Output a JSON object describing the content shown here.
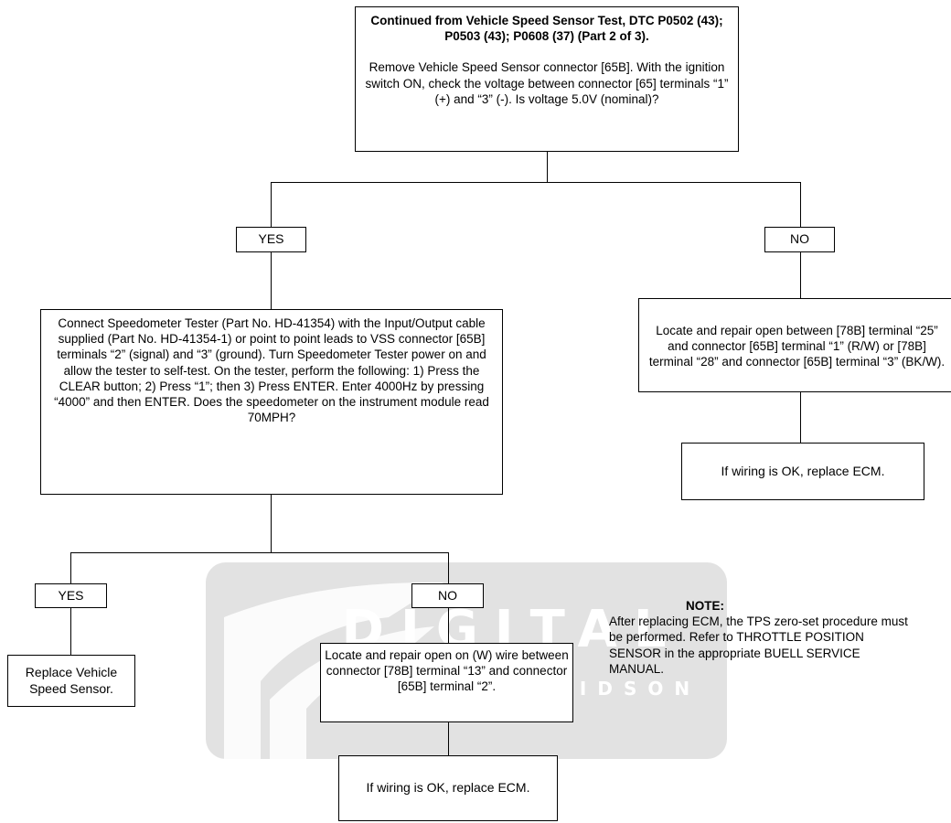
{
  "watermark": {
    "line1": "DIGITAL",
    "line2": "HARLEY-DAVIDSON"
  },
  "flowchart": {
    "start": {
      "title": "Continued from Vehicle Speed Sensor Test, DTC P0502 (43); P0503 (43); P0608 (37) (Part 2 of 3).",
      "text": "Remove Vehicle Speed Sensor connector [65B]. With the ignition switch ON, check the voltage between connector [65] terminals “1” (+) and “3” (-). Is voltage 5.0V (nominal)?"
    },
    "yes1_label": "YES",
    "no1_label": "NO",
    "speedometer_test": "Connect Speedometer Tester (Part No. HD-41354) with the Input/Output cable supplied (Part No. HD-41354-1) or point to point leads to VSS connector [65B] terminals “2” (signal) and “3” (ground).  Turn Speedometer Tester power on and allow the tester to self-test. On the tester, perform the following: 1) Press the CLEAR button; 2) Press “1”; then 3) Press ENTER. Enter 4000Hz by pressing “4000” and then ENTER. Does the speedometer on the instrument module read 70MPH?",
    "repair_open_78b": "Locate and repair open between [78B] terminal “25” and connector [65B] terminal “1” (R/W) or [78B] terminal  “28” and connector [65B] terminal “3” (BK/W).",
    "replace_ecm_right": "If wiring is OK, replace ECM.",
    "yes2_label": "YES",
    "no2_label": "NO",
    "replace_vss": "Replace Vehicle Speed Sensor.",
    "repair_open_w": "Locate and repair open on (W) wire between connector [78B] terminal “13”  and connector [65B] terminal “2”.",
    "replace_ecm_bottom": "If wiring is OK, replace ECM."
  },
  "note": {
    "title": "NOTE:",
    "text": "After replacing ECM, the TPS zero-set procedure must be performed.  Refer to THROTTLE POSITION SENSOR in the appropriate BUELL SERVICE MANUAL."
  }
}
